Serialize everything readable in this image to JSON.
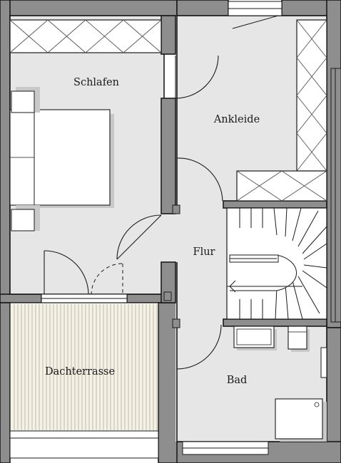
{
  "rooms": {
    "schlafen": "Schlafen",
    "ankleide": "Ankleide",
    "flur": "Flur",
    "dachterrasse": "Dachterrasse",
    "bad": "Bad"
  },
  "colors": {
    "floor": "#e6e6e6",
    "wall_fill": "#8e8e8e",
    "wall_stroke": "#1a1a1a",
    "furniture_shadow": "#c8c8c8",
    "terrace_fill": "#f4f1e6",
    "terrace_lines": "#b5ad98"
  }
}
